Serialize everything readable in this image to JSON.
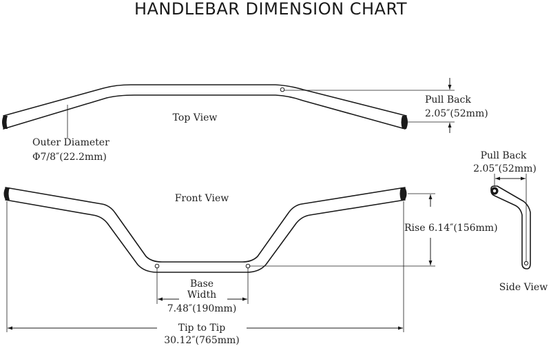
{
  "title": "HANDLEBAR DIMENSION CHART",
  "views": {
    "top": "Top View",
    "front": "Front View",
    "side": "Side View"
  },
  "dimensions": {
    "pull_back_label": "Pull Back",
    "pull_back_value": "2.05″(52mm)",
    "outer_diameter_label": "Outer Diameter",
    "outer_diameter_value": "Φ7/8″(22.2mm)",
    "rise": "Rise 6.14″(156mm)",
    "base_width_line1": "Base",
    "base_width_line2": "Width",
    "base_width_value": "7.48″(190mm)",
    "tip_to_tip_label": "Tip to Tip",
    "tip_to_tip_value": "30.12″(765mm)"
  },
  "colors": {
    "line": "#1a1a1a",
    "background": "#ffffff"
  }
}
